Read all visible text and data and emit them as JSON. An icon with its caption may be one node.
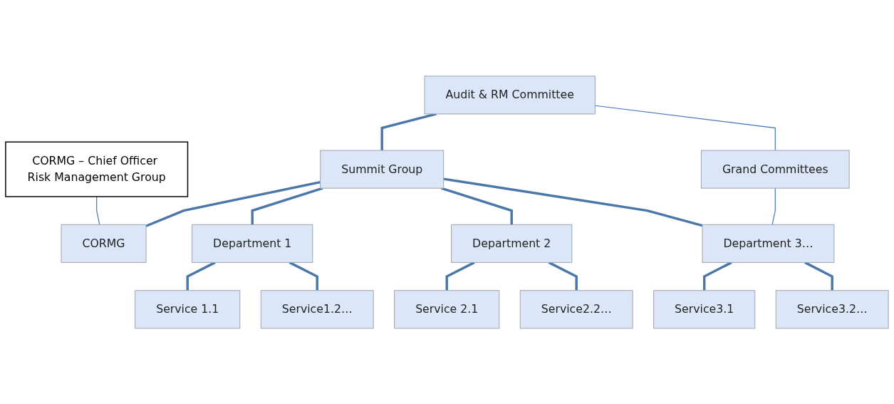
{
  "diagram": {
    "nodes": [
      {
        "text": [
          "CORMG – Chief Officer Risk Management Group"
        ]
      },
      {
        "text": [
          "Audit & RM Committee"
        ]
      },
      {
        "text": [
          "Summit Group"
        ]
      },
      {
        "text": [
          "Grand Committees"
        ]
      },
      {
        "text": [
          "CORMG"
        ]
      },
      {
        "text": [
          "Department 1"
        ]
      },
      {
        "text": [
          "Department 2"
        ]
      },
      {
        "text": [
          "Department 3…"
        ]
      },
      {
        "text": [
          "Service 1.1"
        ]
      },
      {
        "text": [
          "Service1.2…"
        ]
      },
      {
        "text": [
          "Service 2.1"
        ]
      },
      {
        "text": [
          "Service2.2…"
        ]
      },
      {
        "text": [
          "Service3.1"
        ]
      },
      {
        "text": [
          "Service3.2…"
        ]
      }
    ],
    "edges": [
      {
        "from": 1,
        "to": 2,
        "arrow": "none"
      },
      {
        "from": 1,
        "to": 3,
        "arrow": "none",
        "color": "#4472c4"
      },
      {
        "from": 0,
        "to": 4,
        "arrow": "none",
        "color": "#4472c4"
      },
      {
        "from": 2,
        "to": 4,
        "arrow": "none"
      },
      {
        "from": 2,
        "to": 5,
        "arrow": "none"
      },
      {
        "from": 2,
        "to": 6,
        "arrow": "none"
      },
      {
        "from": 2,
        "to": 7,
        "arrow": "none"
      },
      {
        "from": 3,
        "to": 7,
        "arrow": "none",
        "color": "#4472c4"
      },
      {
        "from": 5,
        "to": 8,
        "arrow": "none"
      },
      {
        "from": 5,
        "to": 9,
        "arrow": "none"
      },
      {
        "from": 6,
        "to": 10,
        "arrow": "none"
      },
      {
        "from": 6,
        "to": 11,
        "arrow": "none"
      },
      {
        "from": 7,
        "to": 12,
        "arrow": "none"
      },
      {
        "from": 7,
        "to": 13,
        "arrow": "none"
      }
    ]
  }
}
